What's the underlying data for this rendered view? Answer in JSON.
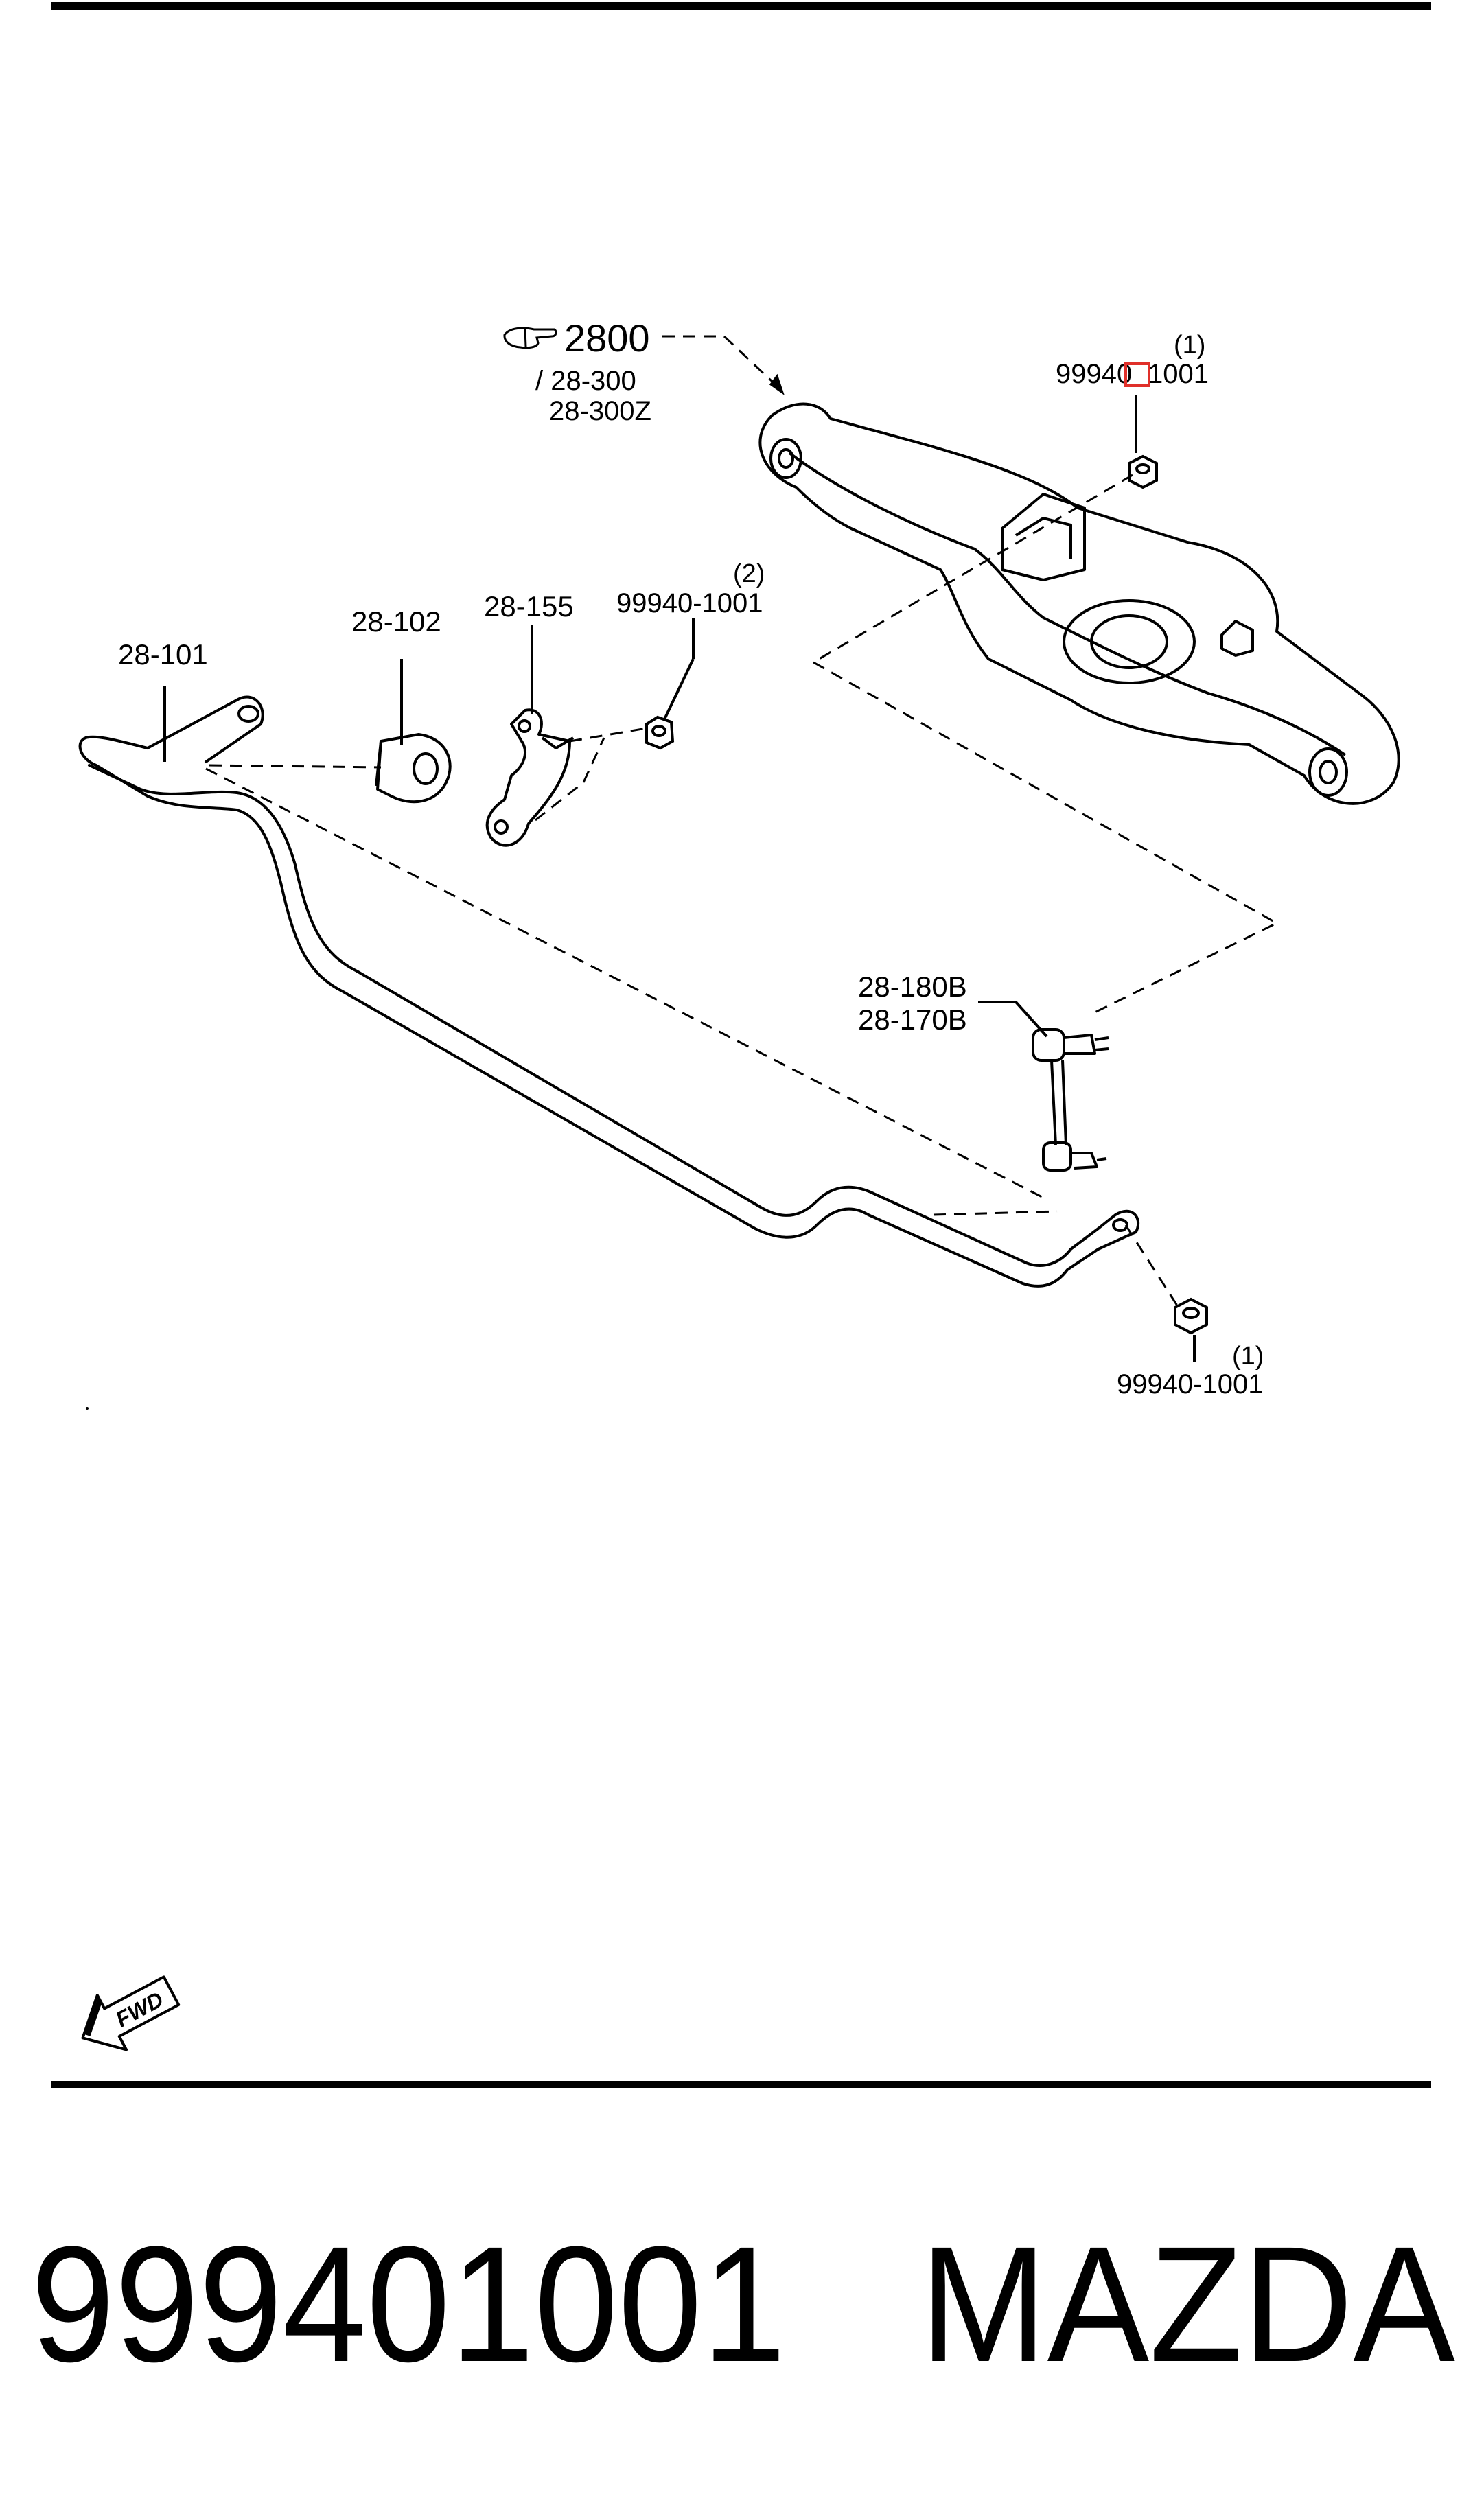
{
  "callouts": {
    "ref_main": "2800",
    "ref_sub1": "/ 28-300",
    "ref_sub2": "28-300Z",
    "nut_top_qty": "(1)",
    "nut_top_part_prefix": "99940",
    "nut_top_part_suffix": "1001",
    "nut_mid_qty": "(2)",
    "nut_mid_part": "99940-1001",
    "bar": "28-101",
    "bushing": "28-102",
    "bracket": "28-155",
    "link_a": "28-180B",
    "link_b": "28-170B",
    "nut_bottom_qty": "(1)",
    "nut_bottom_part": "99940-1001"
  },
  "orientation": {
    "fwd_label": "FWD"
  },
  "footer": {
    "part_number": "999401001",
    "brand": "MAZDA"
  },
  "colors": {
    "line": "#000000",
    "background": "#ffffff",
    "highlight": "#e0302a"
  }
}
